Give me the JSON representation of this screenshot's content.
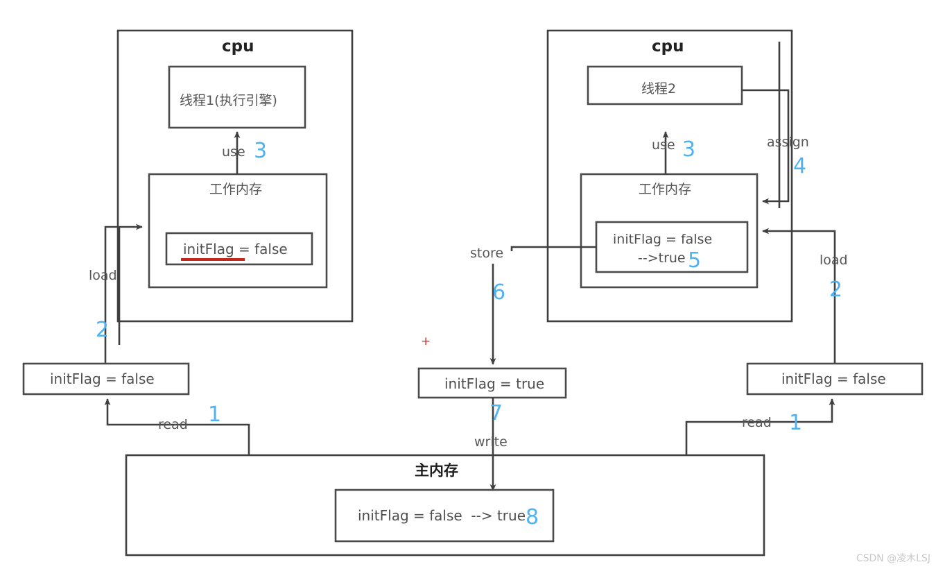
{
  "diagram": {
    "title_left_cpu": "cpu",
    "title_right_cpu": "cpu",
    "main_memory_label": "主内存",
    "watermark": "CSDN @凌木LSJ",
    "accent_blue": "#4FB3F2",
    "accent_red": "#c4281c",
    "line_color": "#3f3f3f"
  },
  "left_cpu": {
    "label": "cpu",
    "thread_box": {
      "label": "线程1(执行引擎)"
    },
    "working_memory": {
      "label": "工作内存"
    },
    "variable_box": {
      "label": "initFlag = false"
    },
    "use_edge": {
      "label": "use",
      "step": "3"
    },
    "load_edge": {
      "label": "load",
      "step": "2"
    },
    "local_copy_box": {
      "label": "initFlag = false"
    },
    "read_edge": {
      "label": "read",
      "step": "1"
    }
  },
  "right_cpu": {
    "label": "cpu",
    "thread_box": {
      "label": "线程2"
    },
    "working_memory": {
      "label": "工作内存"
    },
    "variable_box": {
      "line1": "initFlag = false",
      "line2": "-->true",
      "step": "5"
    },
    "use_edge": {
      "label": "use",
      "step": "3"
    },
    "assign_edge": {
      "label": "assign",
      "step": "4"
    },
    "load_edge": {
      "label": "load",
      "step": "2"
    },
    "local_copy_box": {
      "label": "initFlag = false"
    },
    "read_edge": {
      "label": "read",
      "step": "1"
    }
  },
  "store_path": {
    "store_edge": {
      "label": "store",
      "step": "6"
    },
    "store_box": {
      "label": "initFlag = true"
    },
    "write_edge": {
      "label": "write",
      "step": "7"
    },
    "plus_marker": "+"
  },
  "main_memory": {
    "label": "主内存",
    "variable_box": {
      "label": "initFlag = false  --> true",
      "step": "8"
    }
  }
}
